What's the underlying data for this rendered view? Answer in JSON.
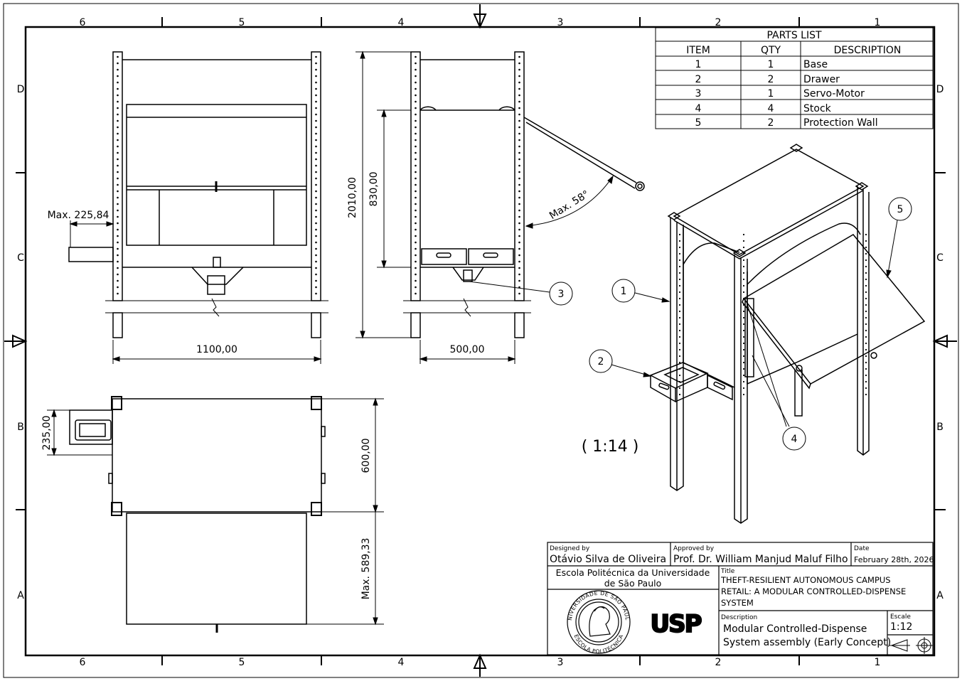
{
  "border": {
    "zones_cols": [
      "6",
      "5",
      "4",
      "3",
      "2",
      "1"
    ],
    "zones_rows": [
      "D",
      "C",
      "B",
      "A"
    ]
  },
  "parts_list": {
    "title": "PARTS LIST",
    "headers": [
      "ITEM",
      "QTY",
      "DESCRIPTION"
    ],
    "rows": [
      {
        "item": "1",
        "qty": "1",
        "desc": "Base"
      },
      {
        "item": "2",
        "qty": "2",
        "desc": "Drawer"
      },
      {
        "item": "3",
        "qty": "1",
        "desc": "Servo-Motor"
      },
      {
        "item": "4",
        "qty": "4",
        "desc": "Stock"
      },
      {
        "item": "5",
        "qty": "2",
        "desc": "Protection Wall"
      }
    ]
  },
  "dimensions": {
    "front_width": "1100,00",
    "drawer_ext": "Max. 225,84",
    "height_total": "2010,00",
    "height_cabinet": "830,00",
    "side_depth": "500,00",
    "angle": "Max. 58°",
    "top_width": "235,00",
    "top_depth": "600,00",
    "wall_ext": "Max. 589,33"
  },
  "balloons": {
    "b1": "1",
    "b2": "2",
    "b3": "3",
    "b4": "4",
    "b5": "5"
  },
  "scale_note": "( 1:14 )",
  "title_block": {
    "designed_label": "Designed by",
    "designed_value": "Otávio Silva de Oliveira",
    "approved_label": "Approved by",
    "approved_value": "Prof. Dr. William Manjud Maluf Filho",
    "date_label": "Date",
    "date_value": "February 28th, 2026",
    "school_line1": "Escola Politécnica da Universidade",
    "school_line2": "de São Paulo",
    "title_label": "Title",
    "title_line1": "THEFT-RESILIENT AUTONOMOUS CAMPUS",
    "title_line2": "RETAIL: A MODULAR CONTROLLED-DISPENSE",
    "title_line3": "SYSTEM",
    "desc_label": "Description",
    "desc_line1": "Modular Controlled-Dispense",
    "desc_line2": "System assembly (Early Concept)",
    "scale_label": "Escale",
    "scale_value": "1:12",
    "seal_top": "UNIVERSIDADE DE SÃO PAULO",
    "seal_bottom": "ESCOLA POLITÉCNICA",
    "logo": "USP"
  }
}
